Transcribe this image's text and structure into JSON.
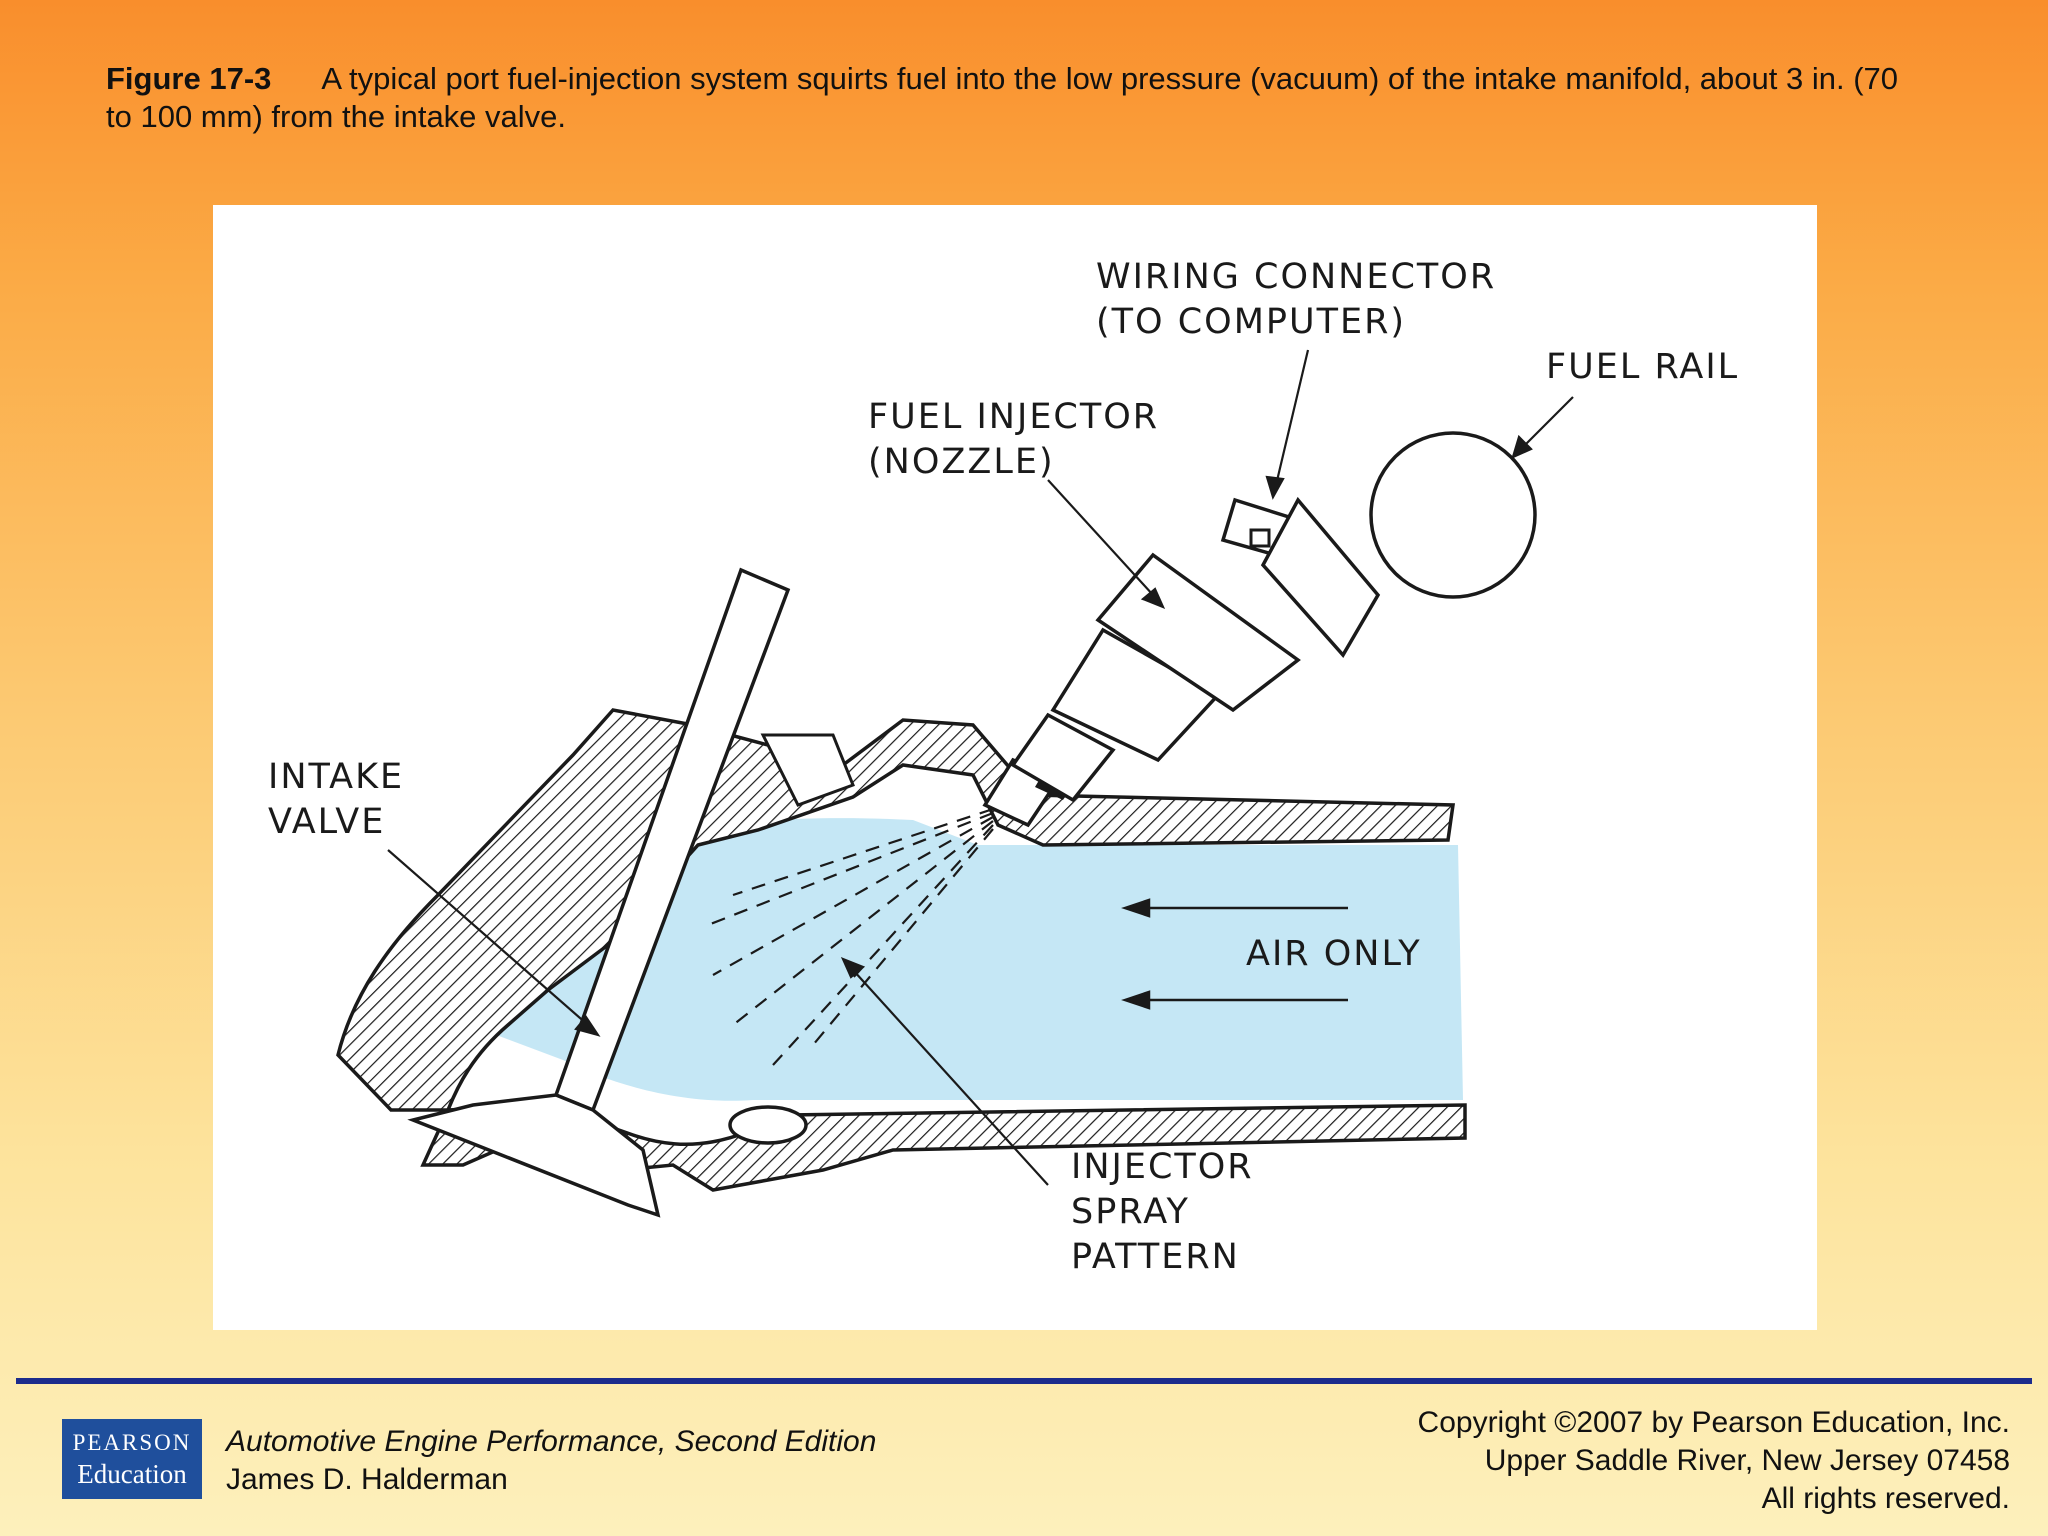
{
  "caption": {
    "label": "Figure 17-3",
    "text": "A typical port fuel-injection system squirts fuel into the low pressure (vacuum) of the intake manifold, about 3 in. (70 to 100 mm) from the intake valve."
  },
  "diagram": {
    "labels": {
      "wiring_connector": "WIRING CONNECTOR\n(TO COMPUTER)",
      "fuel_rail": "FUEL RAIL",
      "fuel_injector": "FUEL INJECTOR\n(NOZZLE)",
      "intake_valve": "INTAKE\nVALVE",
      "air_only": "AIR ONLY",
      "spray_pattern": "INJECTOR\nSPRAY\nPATTERN"
    },
    "colors": {
      "air_fill": "#c5e7f5",
      "panel": "#ffffff",
      "ink": "#1a1a1a"
    }
  },
  "footer": {
    "logo_line1": "PEARSON",
    "logo_line2": "Education",
    "book_title": "Automotive Engine Performance, Second Edition",
    "author": "James D. Halderman",
    "copyright_line1": "Copyright ©2007 by Pearson Education, Inc.",
    "copyright_line2": "Upper Saddle River, New Jersey 07458",
    "copyright_line3": "All rights reserved."
  },
  "colors": {
    "divider": "#1c2c8c",
    "logo_bg": "#1f4f9c"
  }
}
